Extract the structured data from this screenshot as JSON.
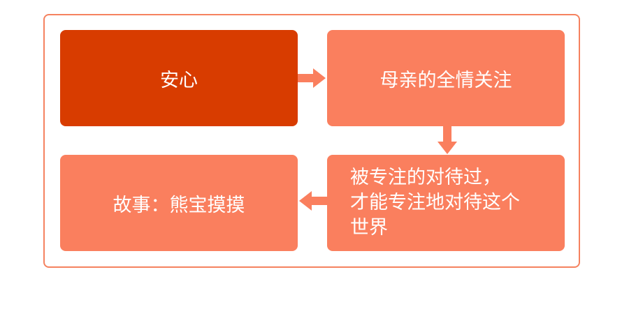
{
  "diagram": {
    "nodes": [
      {
        "id": "box1",
        "label": "安心"
      },
      {
        "id": "box2",
        "label": "母亲的全情关注"
      },
      {
        "id": "box3",
        "label": "被专注的对待过，\n才能专注地对待这个\n世界"
      },
      {
        "id": "box4",
        "label": "故事：熊宝摸摸"
      }
    ],
    "edges": [
      {
        "from": "box1",
        "to": "box2",
        "direction": "right"
      },
      {
        "from": "box2",
        "to": "box3",
        "direction": "down"
      },
      {
        "from": "box3",
        "to": "box4",
        "direction": "left"
      }
    ],
    "colors": {
      "primary": "#d83c00",
      "secondary": "#fa7f5e",
      "frame": "#f5825f",
      "text": "#ffffff"
    }
  }
}
